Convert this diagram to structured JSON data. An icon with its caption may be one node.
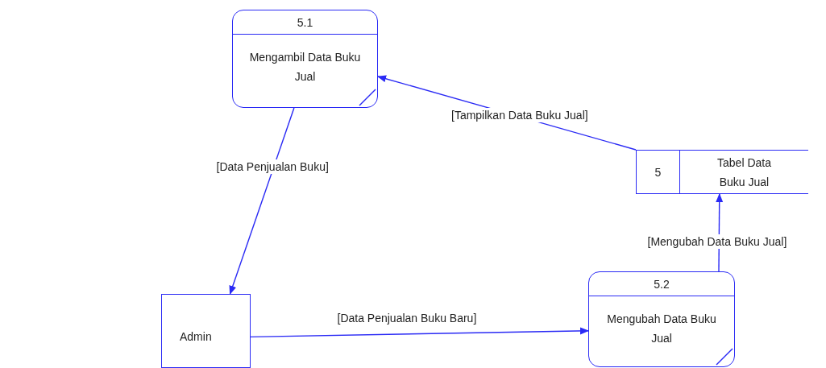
{
  "diagram": {
    "nodes": [
      {
        "text": [
          "5.1",
          "Mengambil Data Buku Jual"
        ]
      },
      {
        "text": [
          "5",
          "Tabel Data Buku Jual"
        ]
      },
      {
        "text": [
          "5.2",
          "Mengubah Data Buku Jual"
        ]
      },
      {
        "text": [
          "Admin"
        ]
      }
    ],
    "edges": [
      {
        "from": 0,
        "to": 3,
        "arrow": "to",
        "label": "[Data Penjualan Buku]"
      },
      {
        "from": 1,
        "to": 0,
        "arrow": "to",
        "label": "[Tampilkan Data Buku Jual]"
      },
      {
        "from": 2,
        "to": 1,
        "arrow": "to",
        "label": "[Mengubah Data Buku Jual]"
      },
      {
        "from": 3,
        "to": 2,
        "arrow": "to",
        "label": "[Data Penjualan Buku Baru]"
      }
    ]
  }
}
